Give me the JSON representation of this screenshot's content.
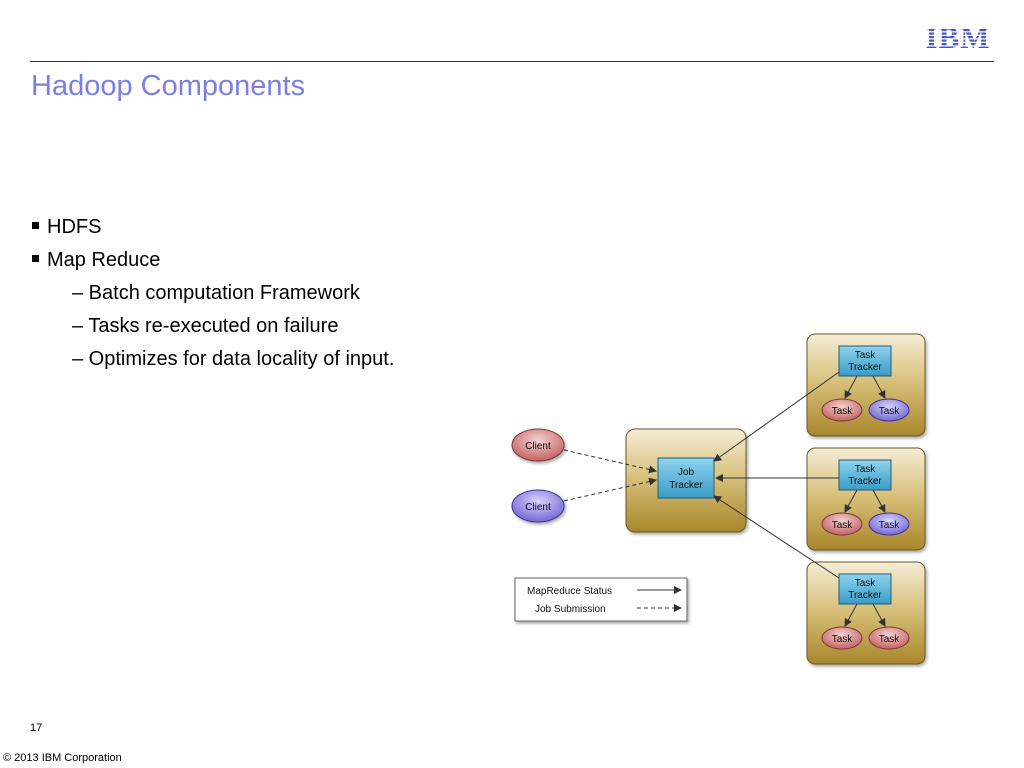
{
  "slide": {
    "title": "Hadoop Components",
    "bullets": [
      {
        "text": "HDFS",
        "level": 1
      },
      {
        "text": "Map Reduce",
        "level": 1
      },
      {
        "text": "– Batch computation Framework",
        "level": 2
      },
      {
        "text": "– Tasks re-executed on failure",
        "level": 2
      },
      {
        "text": "– Optimizes for data locality of input.",
        "level": 2
      }
    ],
    "page_number": "17",
    "copyright": "© 2013 IBM Corporation"
  },
  "logo": {
    "text": "IBM",
    "color": "#4a52c8"
  },
  "diagram": {
    "clients": [
      {
        "label": "Client",
        "color": "#d98a8a"
      },
      {
        "label": "Client",
        "color": "#8f86e0"
      }
    ],
    "job_tracker": {
      "line1": "Job",
      "line2": "Tracker"
    },
    "task_trackers": [
      {
        "line1": "Task",
        "line2": "Tracker",
        "tasks": [
          {
            "label": "Task",
            "color": "#d98a8a"
          },
          {
            "label": "Task",
            "color": "#8f86e0"
          }
        ]
      },
      {
        "line1": "Task",
        "line2": "Tracker",
        "tasks": [
          {
            "label": "Task",
            "color": "#d98a8a"
          },
          {
            "label": "Task",
            "color": "#8f86e0"
          }
        ]
      },
      {
        "line1": "Task",
        "line2": "Tracker",
        "tasks": [
          {
            "label": "Task",
            "color": "#d98a8a"
          },
          {
            "label": "Task",
            "color": "#d98a8a"
          }
        ]
      }
    ],
    "legend": {
      "status_label": "MapReduce Status",
      "submission_label": "Job Submission"
    },
    "colors": {
      "box_gold": "#b89a3a",
      "tracker_blue": "#4fb1d6"
    }
  }
}
